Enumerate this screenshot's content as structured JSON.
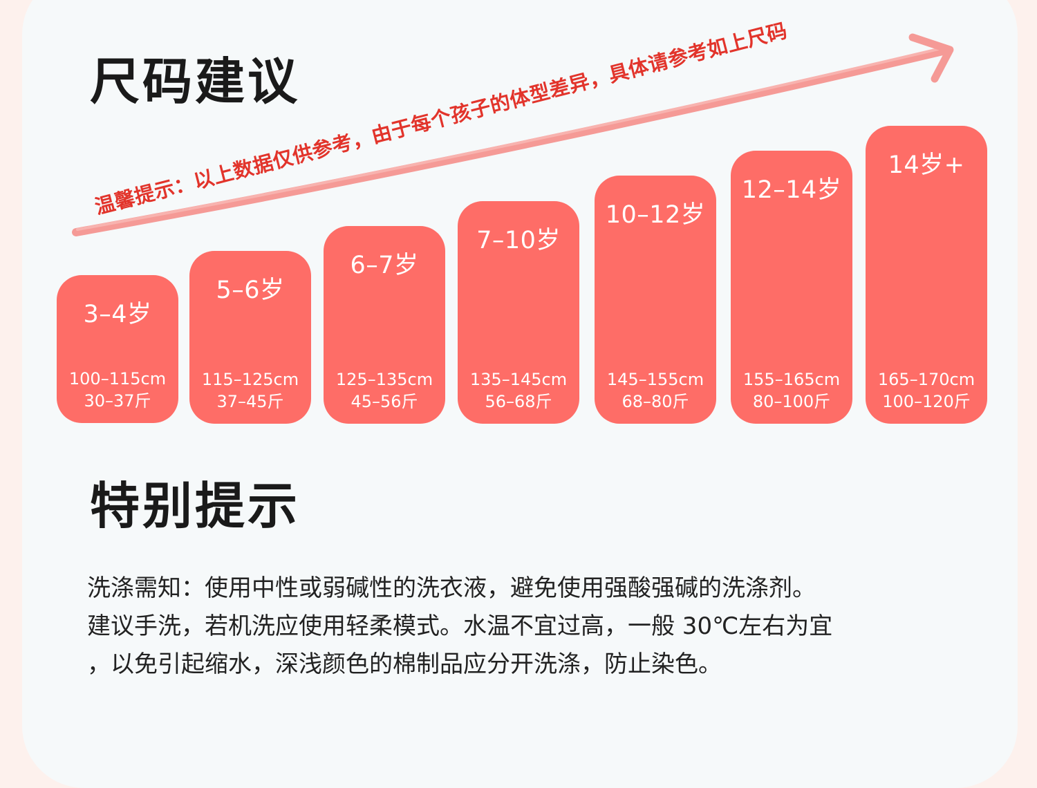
{
  "size_section": {
    "title": "尺码建议",
    "reminder": "温馨提示：以上数据仅供参考，由于每个孩子的体型差异，具体请参考如上尺码",
    "cards": [
      {
        "age": "3–4岁",
        "height": "100–115cm",
        "weight": "30–37斤"
      },
      {
        "age": "5–6岁",
        "height": "115–125cm",
        "weight": "37–45斤"
      },
      {
        "age": "6–7岁",
        "height": "125–135cm",
        "weight": "45–56斤"
      },
      {
        "age": "7–10岁",
        "height": "135–145cm",
        "weight": "56–68斤"
      },
      {
        "age": "10–12岁",
        "height": "145–155cm",
        "weight": "68–80斤"
      },
      {
        "age": "12–14岁",
        "height": "155–165cm",
        "weight": "80–100斤"
      },
      {
        "age": "14岁+",
        "height": "165–170cm",
        "weight": "100–120斤"
      }
    ]
  },
  "tips_section": {
    "title": "特别提示",
    "lines": [
      "洗涤需知：使用中性或弱碱性的洗衣液，避免使用强酸强碱的洗涤剂。",
      "建议手洗，若机洗应使用轻柔模式。水温不宜过高，一般 30℃左右为宜",
      "，以免引起缩水，深浅颜色的棉制品应分开洗涤，防止染色。"
    ]
  },
  "colors": {
    "card": "#fe6d67",
    "arrow": "#f59a96",
    "reminder_text": "#e2342b",
    "panel": "#f6f9fa",
    "page_border": "#fdf1ed"
  },
  "icons": [
    "hand-drawn-arrow-icon"
  ]
}
